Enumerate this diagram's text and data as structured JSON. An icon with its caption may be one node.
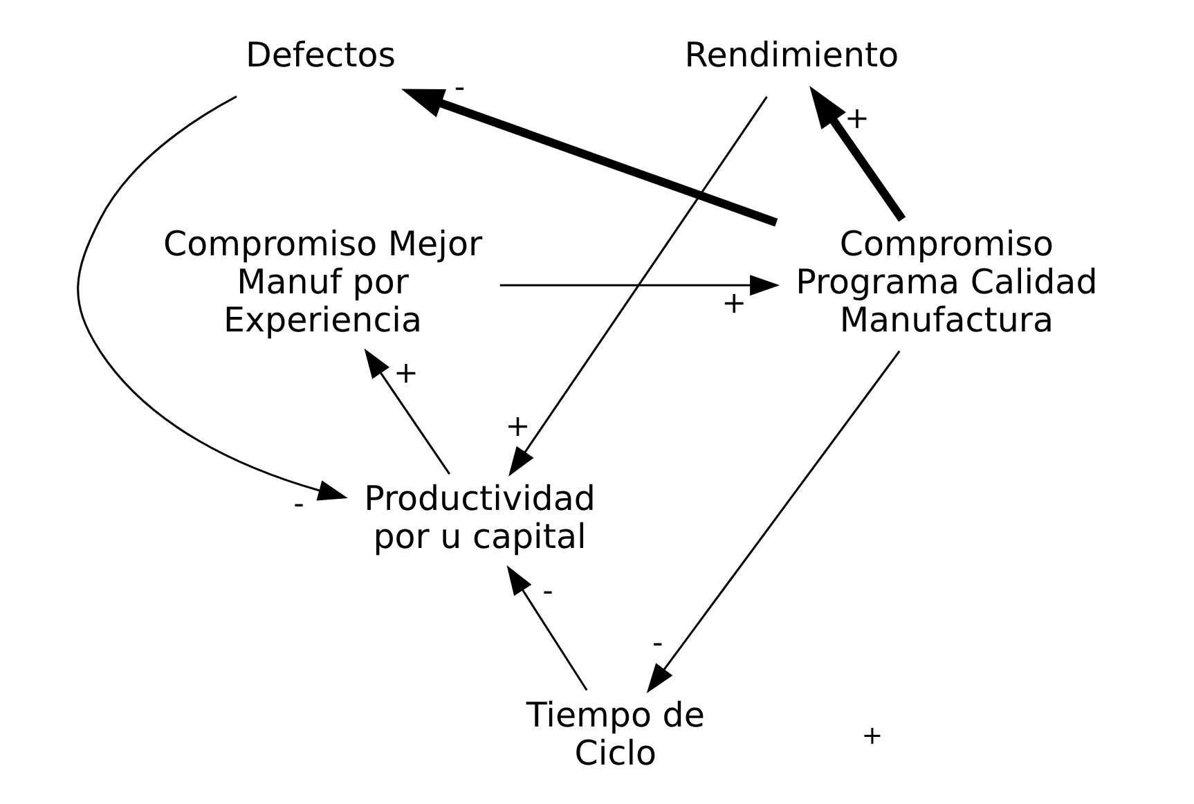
{
  "diagram": {
    "nodes": [
      {
        "text": [
          "Tiempo de Ciclo"
        ]
      },
      {
        "text": [
          "Rendimiento"
        ]
      },
      {
        "text": [
          "Defectos"
        ]
      },
      {
        "text": [
          "Productividad por u capital"
        ]
      },
      {
        "text": [
          "Compromiso Mejor Manuf por Experiencia"
        ]
      },
      {
        "text": [
          "Compromiso Programa Calidad Manufactura"
        ]
      }
    ],
    "edges": [
      {
        "from": 0,
        "to": 3,
        "arrow": "to",
        "label": "-"
      },
      {
        "from": 1,
        "to": 3,
        "arrow": "to",
        "label": "+"
      },
      {
        "from": 2,
        "to": 3,
        "arrow": "to",
        "label": "-"
      },
      {
        "from": 3,
        "to": 4,
        "arrow": "to",
        "label": "+"
      },
      {
        "from": 4,
        "to": 5,
        "arrow": "to",
        "label": "+"
      },
      {
        "from": 5,
        "to": 0,
        "arrow": "to",
        "label": "-"
      },
      {
        "from": 5,
        "to": 1,
        "arrow": "to",
        "label": "+",
        "style": "thick"
      },
      {
        "from": 5,
        "to": 2,
        "arrow": "to",
        "label": "-",
        "style": "thick"
      }
    ],
    "labels": [
      "+"
    ]
  }
}
